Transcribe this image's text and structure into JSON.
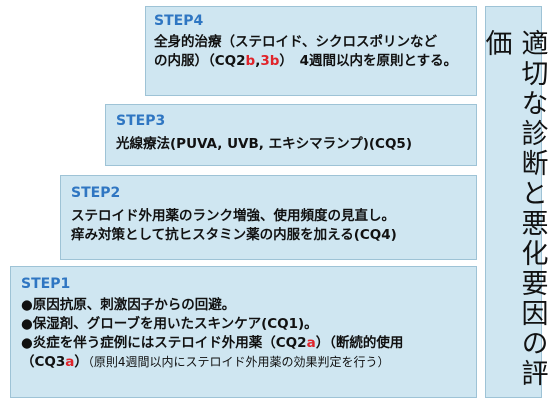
{
  "side_title": "適切な診断と悪化要因の評価",
  "colors": {
    "box_fill": "#cfe6f1",
    "box_border": "#9ec3d6",
    "step_label": "#2f76c2",
    "highlight_red": "#e0242a"
  },
  "steps": {
    "step4": {
      "label": "STEP4",
      "line1": "全身的治療（ステロイド、シクロスポリンなど",
      "line2_a": "の内服）（CQ2",
      "line2_b": "b",
      "line2_c": ",",
      "line2_d": "3b",
      "line2_e": "）　4週間以内を原則とする。"
    },
    "step3": {
      "label": "STEP3",
      "line1": "光線療法(PUVA, UVB, エキシマランプ)(CQ5)"
    },
    "step2": {
      "label": "STEP2",
      "line1": "ステロイド外用薬のランク増強、使用頻度の見直し。",
      "line2": "痒み対策として抗ヒスタミン薬の内服を加える(CQ4)"
    },
    "step1": {
      "label": "STEP1",
      "line1": "●原因抗原、刺激因子からの回避。",
      "line2": "●保湿剤、グローブを用いたスキンケア(CQ1)。",
      "line3_a": "●炎症を伴う症例にはステロイド外用薬（CQ2",
      "line3_b": "a",
      "line3_c": "）（断続的使用",
      "line4_a": "（CQ3",
      "line4_b": "a",
      "line4_c": "）",
      "line4_note": "（原則4週間以内にステロイド外用薬の効果判定を行う）"
    }
  }
}
